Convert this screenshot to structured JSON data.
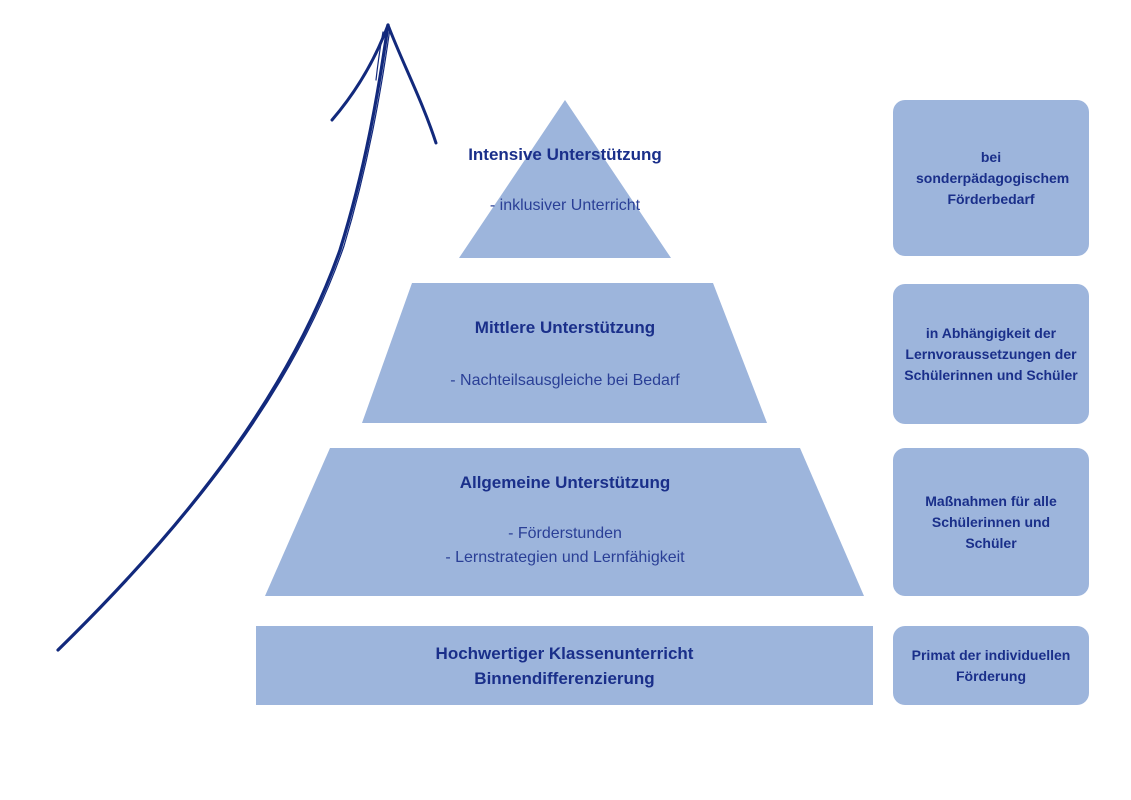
{
  "colors": {
    "fill": "#9db5dc",
    "text": "#1a2f8a",
    "arrow": "#12297c"
  },
  "levels": [
    {
      "title": "Intensive Unterstützung",
      "lines": [
        "- inklusiver Unterricht"
      ],
      "note": "bei sonderpädagogischem Förderbedarf"
    },
    {
      "title": "Mittlere Unterstützung",
      "lines": [
        "- Nachteilsausgleiche bei Bedarf"
      ],
      "note": "in Abhängigkeit der Lernvoraussetzungen der Schülerinnen und Schüler"
    },
    {
      "title": "Allgemeine Unterstützung",
      "lines": [
        "- Förderstunden",
        "- Lernstrategien und Lernfähigkeit"
      ],
      "note": "Maßnahmen für alle Schülerinnen und Schüler"
    },
    {
      "title": "Hochwertiger Klassenunterricht",
      "subtitle": "Binnendifferenzierung",
      "note": "Primat der individuellen Förderung"
    }
  ]
}
